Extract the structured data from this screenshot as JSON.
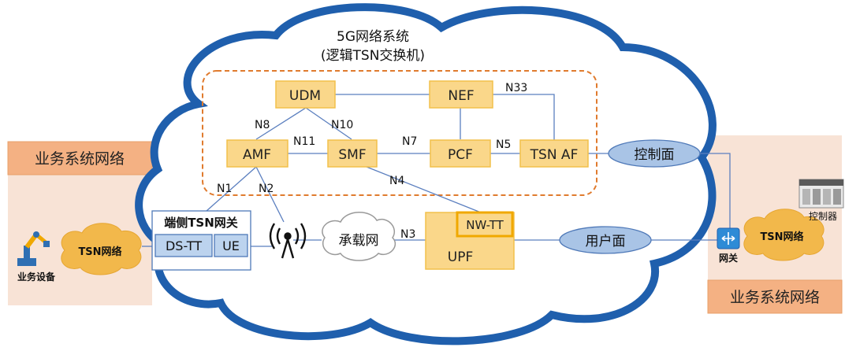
{
  "title": {
    "line1": "5G网络系统",
    "line2": "(逻辑TSN交换机)"
  },
  "nodes": {
    "udm": "UDM",
    "nef": "NEF",
    "amf": "AMF",
    "smf": "SMF",
    "pcf": "PCF",
    "tsn_af": "TSN AF",
    "upf": "UPF",
    "nw_tt": "NW-TT",
    "ds_tt": "DS-TT",
    "ue": "UE"
  },
  "interfaces": {
    "n33": "N33",
    "n8": "N8",
    "n10": "N10",
    "n11": "N11",
    "n7": "N7",
    "n5": "N5",
    "n1": "N1",
    "n2": "N2",
    "n4": "N4",
    "n3": "N3"
  },
  "gateway_box_label": "端侧TSN网关",
  "bearer_network": "承载网",
  "control_plane": "控制面",
  "user_plane": "用户面",
  "left_panel": {
    "header": "业务系统网络",
    "cloud": "TSN网络",
    "device": "业务设备"
  },
  "right_panel": {
    "header": "业务系统网络",
    "cloud": "TSN网络",
    "gateway": "网关",
    "controller": "控制器"
  },
  "colors": {
    "cloud_border": "#1f5fad",
    "node_fill": "#fad78a",
    "node_border": "#f2c14b",
    "nw_tt_border": "#f0a800",
    "dashed_box": "#e07b2e",
    "blue_box_fill": "#bcd3ee",
    "ellipse_fill": "#a9c4e6",
    "panel_fill": "#f8e3d6",
    "header_fill": "#f4b183",
    "tsn_cloud_fill": "#f2b84b",
    "link_line": "#5b7fbf"
  }
}
